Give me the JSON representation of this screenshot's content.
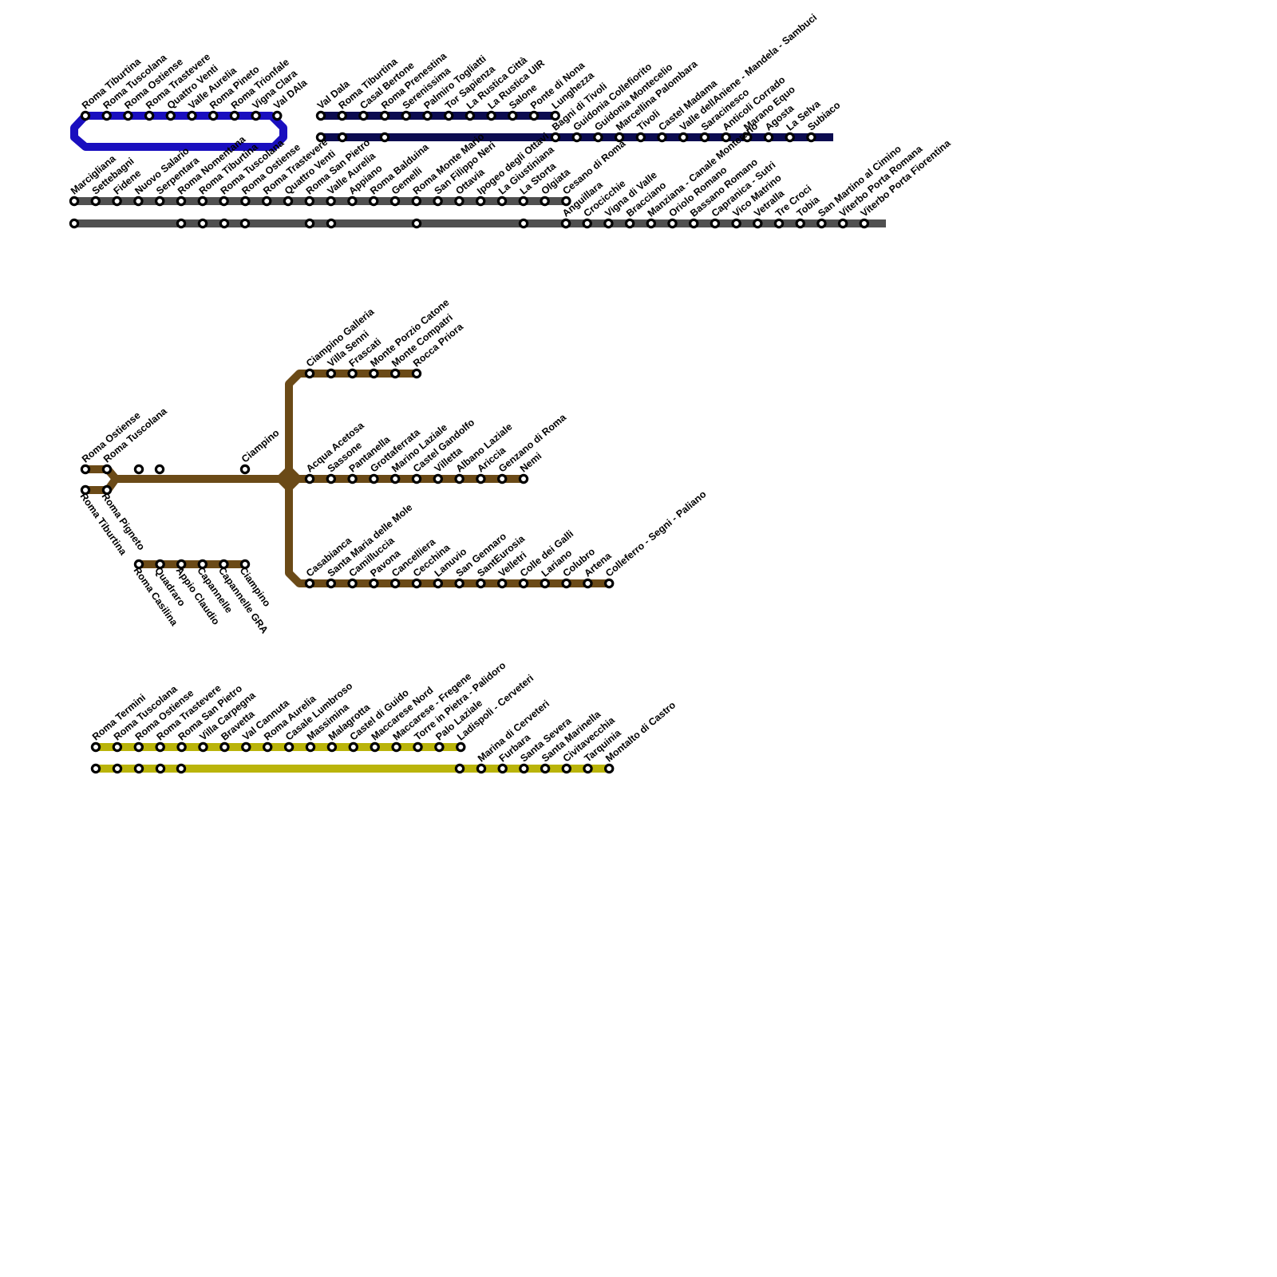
{
  "colors": {
    "fl1": "#1a0fbf",
    "fl2": "#0c0c50",
    "fl3": "#505050",
    "castelli": "#6b4a17",
    "fl5": "#bab40a",
    "station_fill": "#ffffff",
    "station_stroke": "#000000"
  },
  "lines": [
    {
      "id": "fl1-ring",
      "color_key": "fl1",
      "labels": [
        "Roma Tiburtina",
        "Roma Tuscolana",
        "Roma Ostiense",
        "Roma Trastevere",
        "Quattro Venti",
        "Valle Aurelia",
        "Roma Pineto",
        "Roma Trionfale",
        "Vigna Clara",
        "Val DAla"
      ]
    },
    {
      "id": "fl2-top",
      "color_key": "fl2",
      "labels": [
        "Val Dala",
        "Roma Tiburtina",
        "Casal Bertone",
        "Roma Prenestina",
        "Serenissima",
        "Palmiro Togliatti",
        "Tor Sapienza",
        "La Rustica Città",
        "La Rustica UIR",
        "Salone",
        "Ponte di Nona",
        "Lunghezza"
      ]
    },
    {
      "id": "fl2-bottom",
      "color_key": "fl2",
      "labels": [
        "",
        "",
        "",
        "",
        "",
        "",
        "",
        "",
        "",
        "",
        "",
        "Bagni di Tivoli",
        "Guidonia Collefiorito",
        "Guidonia Montecelio",
        "Marcellina Palombara",
        "Tivoli",
        "Castel Madama",
        "Valle dellAniene - Mandela - Sambuci",
        "Saracinesco",
        "Anticoli Corrado",
        "Marano Equo",
        "Agosta",
        "La Selva",
        "Subiaco"
      ]
    },
    {
      "id": "fl3-top",
      "color_key": "fl3",
      "labels": [
        "Marcigliana",
        "Settebagni",
        "Fidene",
        "Nuovo Salario",
        "Serpentara",
        "Roma Nomentana",
        "Roma Tiburtina",
        "Roma Tuscolana",
        "Roma Ostiense",
        "Roma Trastevere",
        "Quattro Venti",
        "Roma San Pietro",
        "Valle Aurelia",
        "Appiano",
        "Roma Balduina",
        "Gemelli",
        "Roma Monte Mario",
        "San Filippo Neri",
        "Ottavia",
        "Ipogeo degli Ottavi",
        "La Giustiniana",
        "La Storta",
        "Olgiata",
        "Cesano di Roma"
      ]
    },
    {
      "id": "fl3-bottom",
      "color_key": "fl3",
      "labels": [
        "",
        "Anguillara",
        "Crocicchie",
        "Vigna di Valle",
        "Bracciano",
        "Manziana - Canale Monterano",
        "Oriolo Romano",
        "Bassano Romano",
        "Capranica - Sutri",
        "Vico Matrino",
        "Vetralla",
        "Tre Croci",
        "Tobia",
        "San Martino al Cimino",
        "Viterbo Porta Romana",
        "Viterbo Porta Fiorentina"
      ]
    },
    {
      "id": "castelli-frascati",
      "color_key": "castelli",
      "labels": [
        "Ciampino Galleria",
        "Villa Senni",
        "Frascati",
        "Monte Porzio Catone",
        "Monte Compatri",
        "Rocca Priora"
      ]
    },
    {
      "id": "castelli-nemi",
      "color_key": "castelli",
      "labels": [
        "Acqua Acetosa",
        "Sassone",
        "Pantanella",
        "Grottaferrata",
        "Marino Laziale",
        "Castel Gandolfo",
        "Villetta",
        "Albano Laziale",
        "Ariccia",
        "Genzano di Roma",
        "Nemi"
      ]
    },
    {
      "id": "castelli-velletri",
      "color_key": "castelli",
      "labels": [
        "Casabianca",
        "Santa Maria delle Mole",
        "Camilluccia",
        "Pavona",
        "Cancelliera",
        "Cecchina",
        "Lanuvio",
        "San Gennaro",
        "SantEurosia",
        "Velletri",
        "Colle dei Galli",
        "Lariano",
        "Colubro",
        "Artena",
        "Colleferro - Segni - Paliano"
      ]
    },
    {
      "id": "castelli-trunk",
      "color_key": "castelli",
      "labels": [
        "Roma Ostiense",
        "Roma Tuscolana",
        "",
        "",
        "Ciampino"
      ],
      "labels_below": [
        "Roma Tiburtina",
        "Roma Pigneto"
      ]
    },
    {
      "id": "castelli-casilina",
      "color_key": "castelli",
      "labels_below": [
        "Roma Casilina",
        "Quadraro",
        "Appio Claudio",
        "Capannelle",
        "Capannelle GRA",
        "Ciampino"
      ]
    },
    {
      "id": "fl5-top",
      "color_key": "fl5",
      "labels": [
        "Roma Termini",
        "Roma Tuscolana",
        "Roma Ostiense",
        "Roma Trastevere",
        "Roma San Pietro",
        "Villa Carpegna",
        "Bravetta",
        "Val Cannuta",
        "Roma Aurelia",
        "Casale Lumbroso",
        "Massimina",
        "Malagrotta",
        "Castel di Guido",
        "Maccarese Nord",
        "Maccarese - Fregene",
        "Torre in Pietra - Palidoro",
        "Palo Laziale",
        "Ladispoli - Cerveteri"
      ]
    },
    {
      "id": "fl5-bottom",
      "color_key": "fl5",
      "labels": [
        "",
        "",
        "",
        "",
        "",
        "",
        "Marina di Cerveteri",
        "Furbara",
        "Santa Severa",
        "Santa Marinella",
        "Civitavecchia",
        "Tarquinia",
        "Montalto di Castro"
      ]
    }
  ]
}
